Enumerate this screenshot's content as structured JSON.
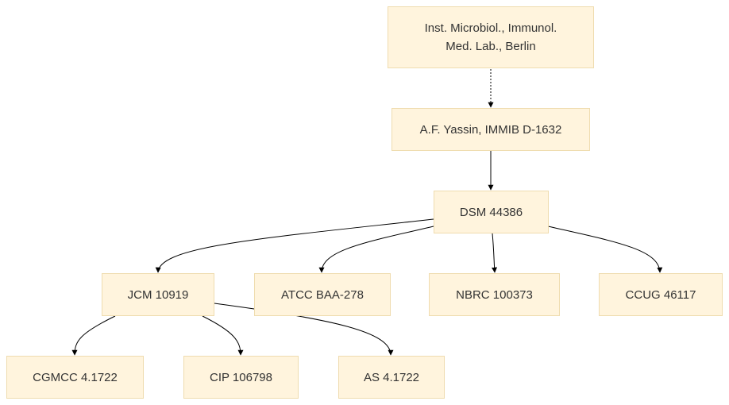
{
  "diagram": {
    "nodes": [
      {
        "id": "n1",
        "label": "Inst. Microbiol., Immunol.\nMed. Lab., Berlin"
      },
      {
        "id": "n2",
        "label": "A.F. Yassin, IMMIB D-1632"
      },
      {
        "id": "n3",
        "label": "DSM 44386"
      },
      {
        "id": "n4",
        "label": "JCM 10919"
      },
      {
        "id": "n5",
        "label": "ATCC BAA-278"
      },
      {
        "id": "n6",
        "label": "NBRC 100373"
      },
      {
        "id": "n7",
        "label": "CCUG 46117"
      },
      {
        "id": "n8",
        "label": "CGMCC 4.1722"
      },
      {
        "id": "n9",
        "label": "CIP 106798"
      },
      {
        "id": "n10",
        "label": "AS 4.1722"
      }
    ],
    "edges": [
      {
        "from": "n1",
        "to": "n2",
        "style": "dashed"
      },
      {
        "from": "n2",
        "to": "n3",
        "style": "solid"
      },
      {
        "from": "n3",
        "to": "n4",
        "style": "solid"
      },
      {
        "from": "n3",
        "to": "n5",
        "style": "solid"
      },
      {
        "from": "n3",
        "to": "n6",
        "style": "solid"
      },
      {
        "from": "n3",
        "to": "n7",
        "style": "solid"
      },
      {
        "from": "n4",
        "to": "n8",
        "style": "solid"
      },
      {
        "from": "n4",
        "to": "n9",
        "style": "solid"
      },
      {
        "from": "n4",
        "to": "n10",
        "style": "solid"
      }
    ],
    "colors": {
      "node_fill": "#fff4dd",
      "node_border": "#efdcaf",
      "edge": "#000000",
      "text": "#333333"
    }
  }
}
